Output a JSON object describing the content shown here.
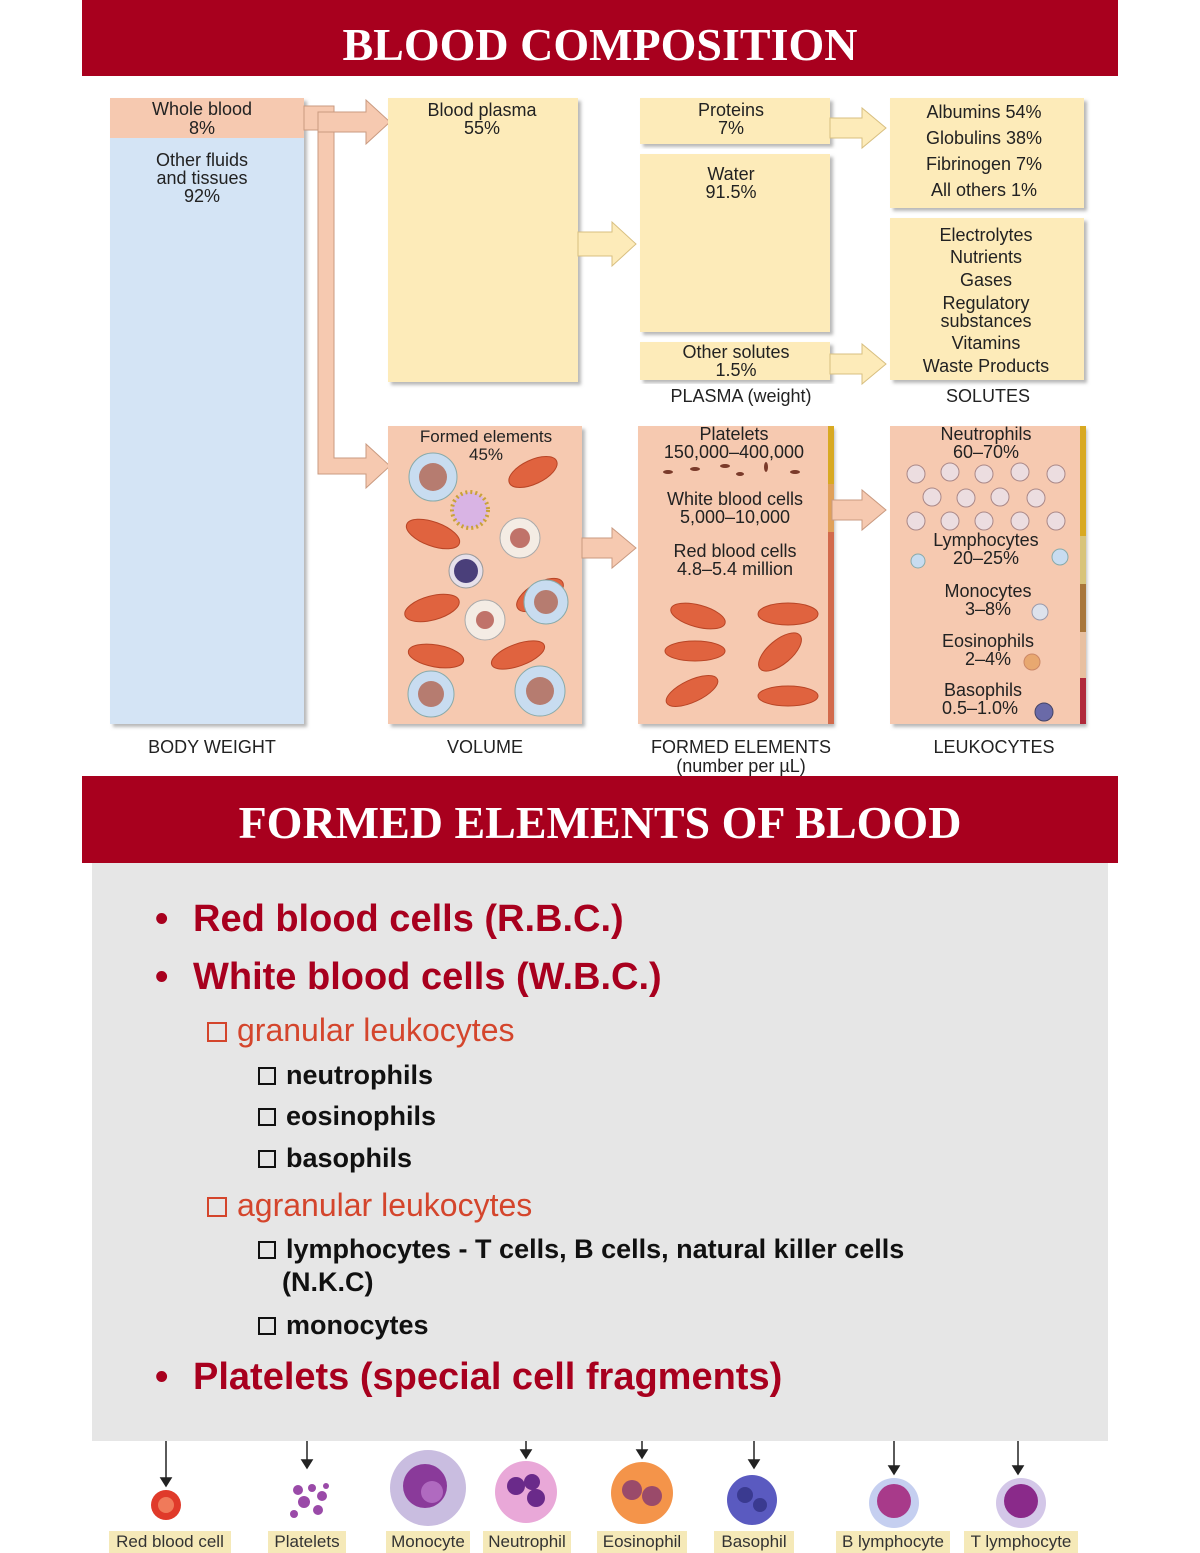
{
  "title_top": "BLOOD COMPOSITION",
  "diagram": {
    "whole_blood": [
      "Whole blood",
      "8%"
    ],
    "other_fluids": [
      "Other fluids",
      "and tissues",
      "92%"
    ],
    "blood_plasma": [
      "Blood plasma",
      "55%"
    ],
    "proteins": [
      "Proteins",
      "7%"
    ],
    "water": [
      "Water",
      "91.5%"
    ],
    "other_solutes": [
      "Other solutes",
      "1.5%"
    ],
    "protein_types": [
      "Albumins 54%",
      "Globulins 38%",
      "Fibrinogen 7%",
      "All others 1%"
    ],
    "solutes": [
      "Electrolytes",
      "Nutrients",
      "Gases",
      "Regulatory",
      "substances",
      "Vitamins",
      "Waste Products"
    ],
    "formed_elements": [
      "Formed elements",
      "45%"
    ],
    "platelets": [
      "Platelets",
      "150,000–400,000"
    ],
    "wbc": [
      "White blood cells",
      "5,000–10,000"
    ],
    "rbc": [
      "Red blood cells",
      "4.8–5.4 million"
    ],
    "leukocytes": [
      [
        "Neutrophils",
        "60–70%"
      ],
      [
        "Lymphocytes",
        "20–25%"
      ],
      [
        "Monocytes",
        "3–8%"
      ],
      [
        "Eosinophils",
        "2–4%"
      ],
      [
        "Basophils",
        "0.5–1.0%"
      ]
    ],
    "captions": {
      "plasma_weight": "PLASMA (weight)",
      "solutes": "SOLUTES",
      "body_weight": "BODY WEIGHT",
      "volume": "VOLUME",
      "formed": "FORMED ELEMENTS",
      "formed_unit": "(number per µL)",
      "leukocytes": "LEUKOCYTES"
    },
    "colors": {
      "tan": "#fdebb9",
      "pink": "#f6c9b0",
      "blue": "#d4e4f5",
      "rbc": "#e0633f"
    }
  },
  "title_bottom": "FORMED ELEMENTS OF BLOOD",
  "list": {
    "rbc": "Red blood cells (R.B.C.)",
    "wbc": "White blood cells (W.B.C.)",
    "granular": "granular leukocytes",
    "neutrophils": "neutrophils",
    "eosinophils": "eosinophils",
    "basophils": "basophils",
    "agranular": "agranular leukocytes",
    "lymphocytes_1": "lymphocytes - T cells, B cells, natural killer cells",
    "lymphocytes_2": "(N.K.C)",
    "monocytes": "monocytes",
    "platelets": "Platelets (special cell fragments)"
  },
  "cells": [
    "Red blood cell",
    "Platelets",
    "Monocyte",
    "Neutrophil",
    "Eosinophil",
    "Basophil",
    "B lymphocyte",
    "T lymphocyte"
  ]
}
